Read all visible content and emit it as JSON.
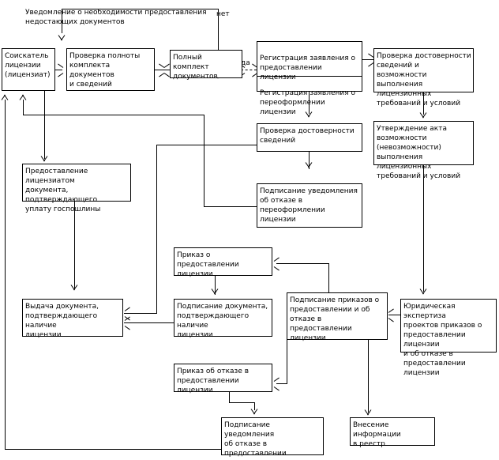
{
  "diagram": {
    "title_text": "",
    "colors": {
      "background": "#ffffff",
      "stroke": "#000000",
      "text": "#000000"
    },
    "nodes": {
      "applicant": "Соискатель\nлицензии\n(лицензиат)",
      "completeness_check": "Проверка полноты\nкомплекта документов\nи сведений",
      "complete_set_decision": "Полный комплект\nдокументов",
      "registration_grant": "Регистрация заявления о\nпредоставлении лицензии",
      "registration_renewal": "Регистрация заявления о\nпереоформлении лицензии",
      "verify_possibility": "Проверка достоверности\nсведений и возможности\nвыполнения лицензионных\nтребований и условий",
      "approve_act": "Утверждение акта\nвозможности (невозможности)\nвыполнения лицензионных\nтребований и условий",
      "verify_info": "Проверка достоверности\nсведений",
      "sign_refusal_renewal": "Подписание уведомления\nоб отказе в\nпереоформлении\nлицензии",
      "duty_payment": "Предоставление лицензиатом\nдокумента, подтверждающего\nуплату госпошлины",
      "issue_document": "Выдача документа,\nподтверждающего наличие\nлицензии",
      "order_grant": "Приказ о предоставлении\nлицензии",
      "sign_document": "Подписание документа,\nподтверждающего наличие\nлицензии",
      "order_refusal": "Приказ об отказе в\nпредоставлении лицензии",
      "sign_orders": "Подписание приказов о\nпредоставлении и об\nотказе в предоставлении\nлицензии",
      "legal_expertise": "Юридическая экспертиза\nпроектов приказов о\nпредоставлении лицензии\nи об отказе в\nпредоставлении лицензии",
      "sign_refusal_notice": "Подписание уведомления\nоб отказе в предоставлении\nлицензии",
      "registry_entry": "Внесение информации\nв реестр"
    },
    "edge_labels": {
      "no": "нет",
      "yes": "да",
      "notification_missing_docs": "Уведомление о необходимости предоставления\nнедостающих документов"
    }
  }
}
